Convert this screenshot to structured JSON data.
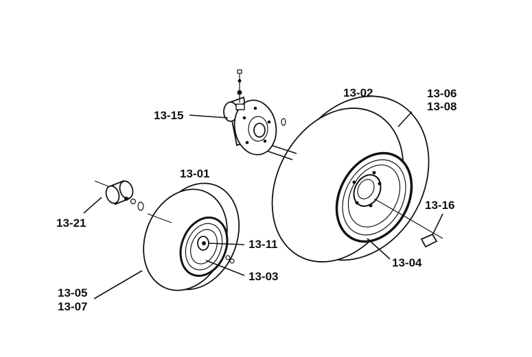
{
  "labels": {
    "p13_02": "13-02",
    "p13_06": "13-06",
    "p13_08": "13-08",
    "p13_15": "13-15",
    "p13_01": "13-01",
    "p13_16": "13-16",
    "p13_21": "13-21",
    "p13_11": "13-11",
    "p13_03": "13-03",
    "p13_04": "13-04",
    "p13_05": "13-05",
    "p13_07": "13-07"
  }
}
